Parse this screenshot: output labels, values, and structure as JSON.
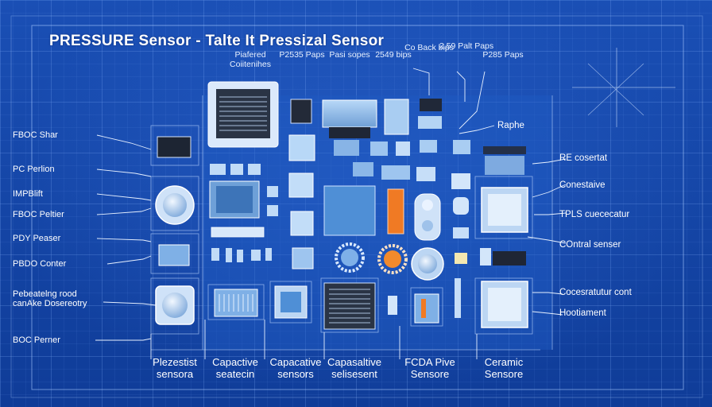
{
  "title": "PRESSURE Sensor - Talte It Pressizal Sensor",
  "column_headers": [
    {
      "id": "h1",
      "text": "Piafered Coiitenihes"
    },
    {
      "id": "h2",
      "text": "P2535 Paps"
    },
    {
      "id": "h3",
      "text": "Pasi sopes"
    },
    {
      "id": "h4",
      "text": "2549 bips"
    },
    {
      "id": "h5",
      "text": "Co Back bips"
    },
    {
      "id": "h6",
      "text": "2.59 Palt Paps"
    },
    {
      "id": "h7",
      "text": "P285 Paps"
    }
  ],
  "left_labels": [
    "FBOC Shar",
    "PC Perlion",
    "IMPBlift",
    "FBOC Peltier",
    "PDY Peaser",
    "PBDO Conter",
    "Pebeatelng rood canAke Dosereotry",
    "BOC Perner"
  ],
  "right_labels": [
    "Raphe",
    "RE cosertat",
    "Conestaive",
    "TPLS cuececatur",
    "COntral senser",
    "Cocesratutur cont",
    "Hootiament"
  ],
  "bottom_labels": [
    "Plezestist sensora",
    "Capactive seatecin",
    "Capacative sensors",
    "Capasaltive selisesent",
    "FCDA Pive Sensore",
    "Ceramic Sensore"
  ],
  "colors": {
    "background": "#1547a8",
    "grid_line": "#8fb8ff",
    "chip_light": "#9fc6f0",
    "chip_dark": "#1b2233",
    "accent_orange": "#f07a24"
  }
}
